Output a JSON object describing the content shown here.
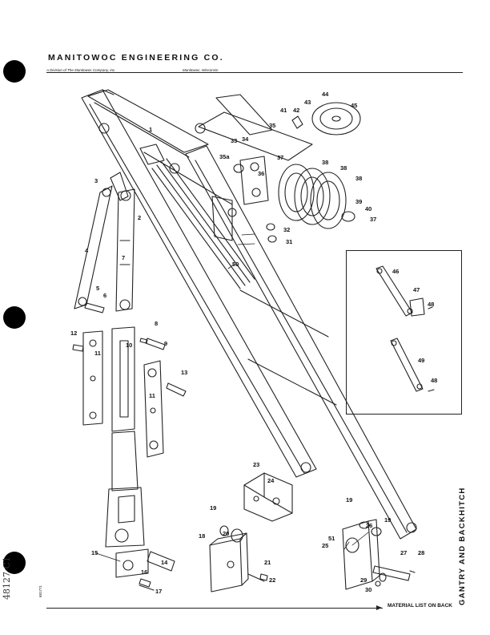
{
  "header": {
    "company": "MANITOWOC ENGINEERING CO.",
    "division": "A Division of The Manitowoc Company, Inc.",
    "city": "Manitowoc, Wisconsin"
  },
  "side_title": "GANTRY AND BACKHITCH",
  "side_code": "681771",
  "handwritten": "48127 C1",
  "footer": {
    "material_list": "MATERIAL LIST ON BACK"
  },
  "callouts": [
    {
      "id": "c1",
      "text": "1"
    },
    {
      "id": "c2",
      "text": "2"
    },
    {
      "id": "c3",
      "text": "3"
    },
    {
      "id": "c4",
      "text": "4"
    },
    {
      "id": "c5",
      "text": "5"
    },
    {
      "id": "c6",
      "text": "6"
    },
    {
      "id": "c7",
      "text": "7"
    },
    {
      "id": "c8",
      "text": "8"
    },
    {
      "id": "c9",
      "text": "9"
    },
    {
      "id": "c10",
      "text": "10"
    },
    {
      "id": "c11a",
      "text": "11"
    },
    {
      "id": "c11b",
      "text": "11"
    },
    {
      "id": "c12",
      "text": "12"
    },
    {
      "id": "c13",
      "text": "13"
    },
    {
      "id": "c14",
      "text": "14"
    },
    {
      "id": "c15",
      "text": "15"
    },
    {
      "id": "c16",
      "text": "16"
    },
    {
      "id": "c17",
      "text": "17"
    },
    {
      "id": "c18",
      "text": "18"
    },
    {
      "id": "c19a",
      "text": "19"
    },
    {
      "id": "c19b",
      "text": "19"
    },
    {
      "id": "c19c",
      "text": "19"
    },
    {
      "id": "c20",
      "text": "20"
    },
    {
      "id": "c21",
      "text": "21"
    },
    {
      "id": "c22",
      "text": "22"
    },
    {
      "id": "c23",
      "text": "23"
    },
    {
      "id": "c24",
      "text": "24"
    },
    {
      "id": "c25",
      "text": "25"
    },
    {
      "id": "c26",
      "text": "26"
    },
    {
      "id": "c27",
      "text": "27"
    },
    {
      "id": "c28",
      "text": "28"
    },
    {
      "id": "c29",
      "text": "29"
    },
    {
      "id": "c30",
      "text": "30"
    },
    {
      "id": "c31",
      "text": "31"
    },
    {
      "id": "c32",
      "text": "32"
    },
    {
      "id": "c33",
      "text": "33"
    },
    {
      "id": "c34",
      "text": "34"
    },
    {
      "id": "c35",
      "text": "35"
    },
    {
      "id": "c35a",
      "text": "35a"
    },
    {
      "id": "c36",
      "text": "36"
    },
    {
      "id": "c37a",
      "text": "37"
    },
    {
      "id": "c37b",
      "text": "37"
    },
    {
      "id": "c38a",
      "text": "38"
    },
    {
      "id": "c38b",
      "text": "38"
    },
    {
      "id": "c38c",
      "text": "38"
    },
    {
      "id": "c39",
      "text": "39"
    },
    {
      "id": "c40",
      "text": "40"
    },
    {
      "id": "c41",
      "text": "41"
    },
    {
      "id": "c42",
      "text": "42"
    },
    {
      "id": "c43",
      "text": "43"
    },
    {
      "id": "c44",
      "text": "44"
    },
    {
      "id": "c45",
      "text": "45"
    },
    {
      "id": "c46",
      "text": "46"
    },
    {
      "id": "c47",
      "text": "47"
    },
    {
      "id": "c48a",
      "text": "48"
    },
    {
      "id": "c48b",
      "text": "48"
    },
    {
      "id": "c49",
      "text": "49"
    },
    {
      "id": "c50",
      "text": "50"
    },
    {
      "id": "c51",
      "text": "51"
    }
  ]
}
